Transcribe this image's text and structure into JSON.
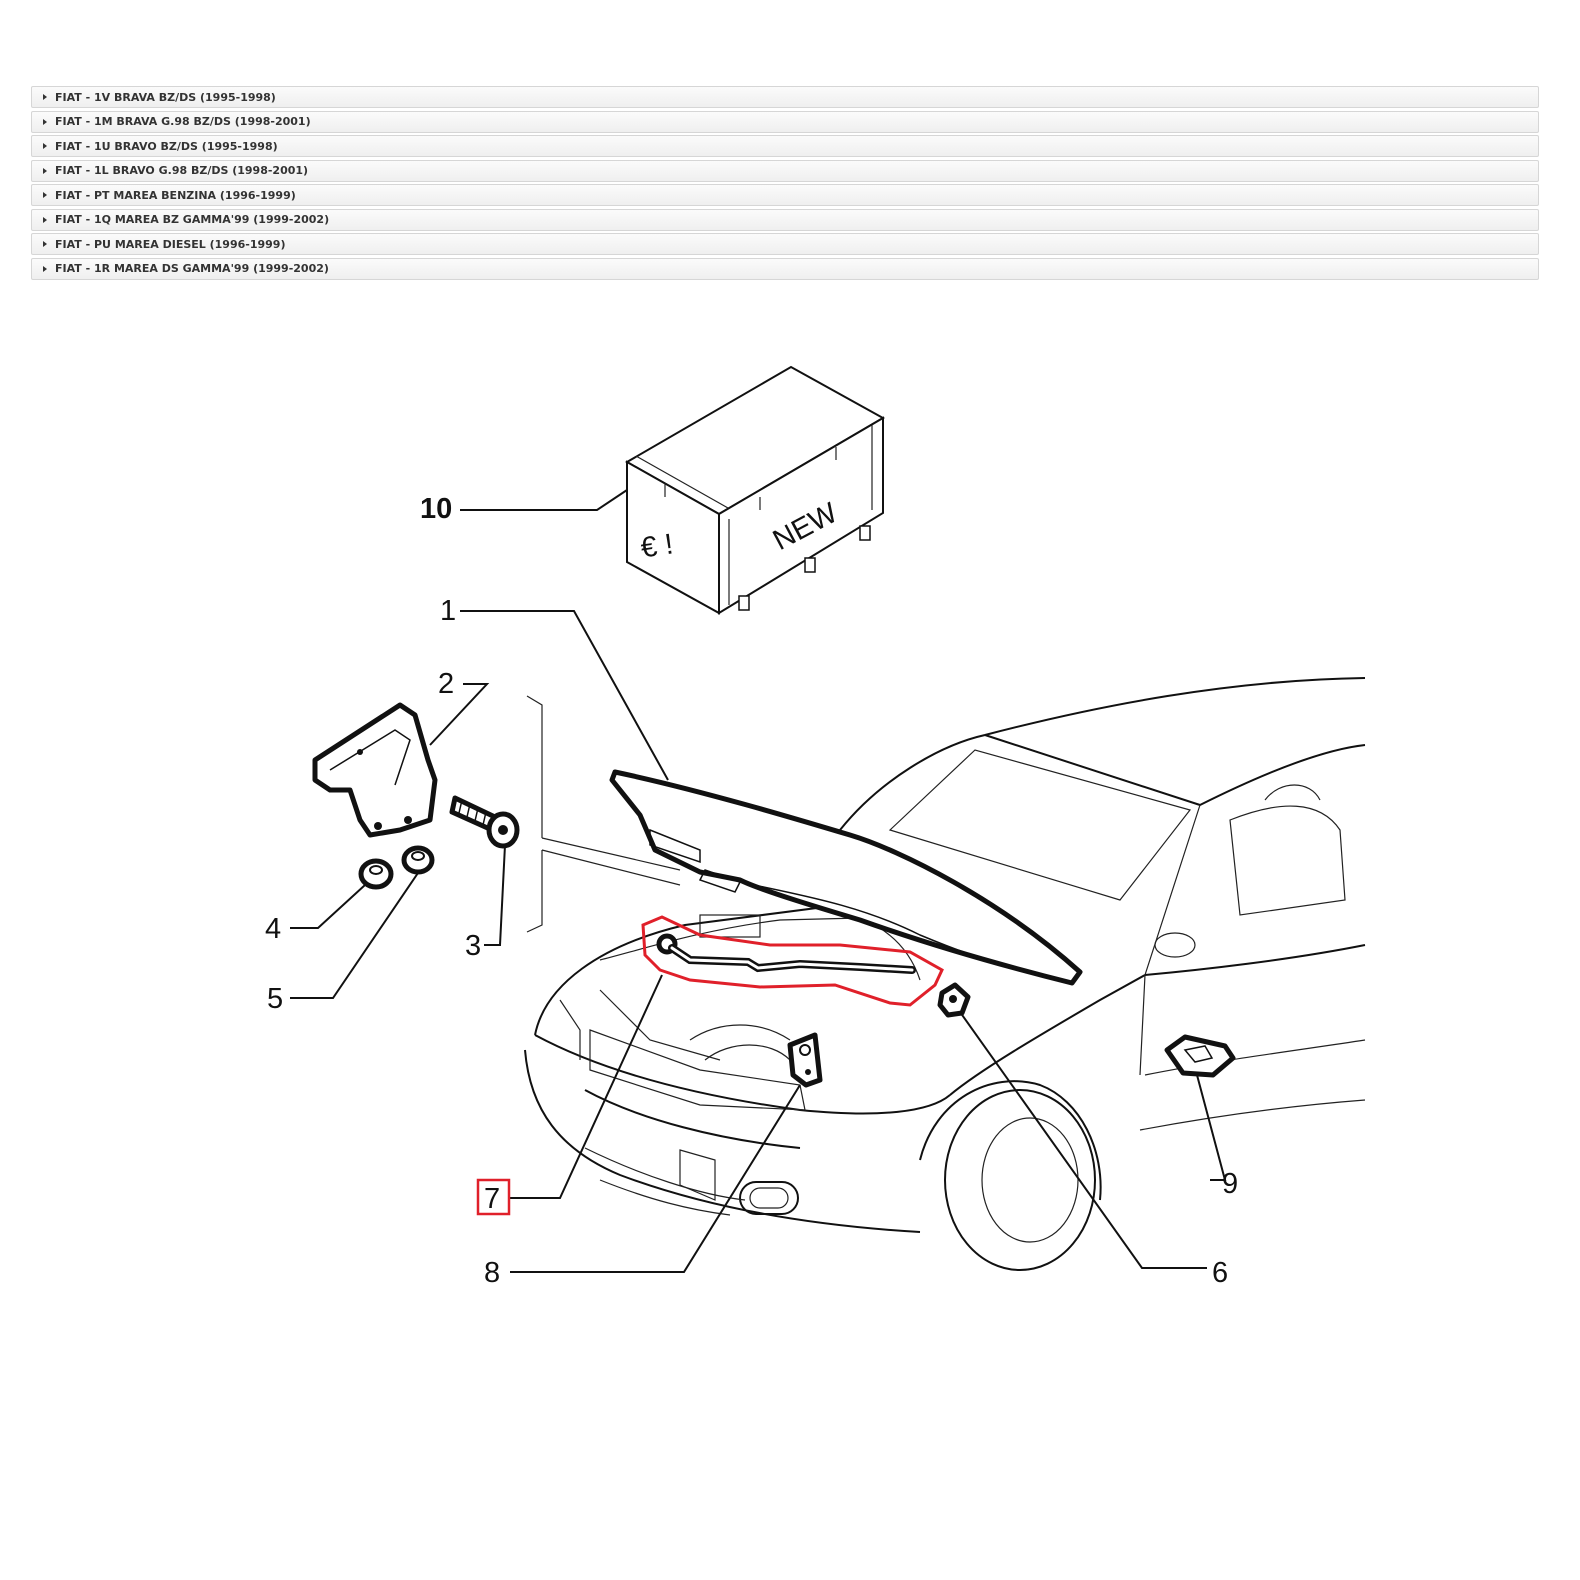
{
  "models": [
    {
      "label": "FIAT - 1V BRAVA BZ/DS (1995-1998)"
    },
    {
      "label": "FIAT - 1M BRAVA G.98 BZ/DS (1998-2001)"
    },
    {
      "label": "FIAT - 1U BRAVO BZ/DS (1995-1998)"
    },
    {
      "label": "FIAT - 1L BRAVO G.98 BZ/DS (1998-2001)"
    },
    {
      "label": "FIAT - PT MAREA BENZINA (1996-1999)"
    },
    {
      "label": "FIAT - 1Q MAREA BZ GAMMA'99 (1999-2002)"
    },
    {
      "label": "FIAT - PU MAREA DIESEL (1996-1999)"
    },
    {
      "label": "FIAT - 1R MAREA DS GAMMA'99 (1999-2002)"
    }
  ],
  "diagram": {
    "box_text_side": "€ !",
    "box_text_front": "NEW",
    "callouts": [
      "10",
      "1",
      "2",
      "3",
      "4",
      "5",
      "7",
      "8",
      "6",
      "9"
    ],
    "highlighted_part": "7",
    "highlight_color": "#e0202a"
  }
}
